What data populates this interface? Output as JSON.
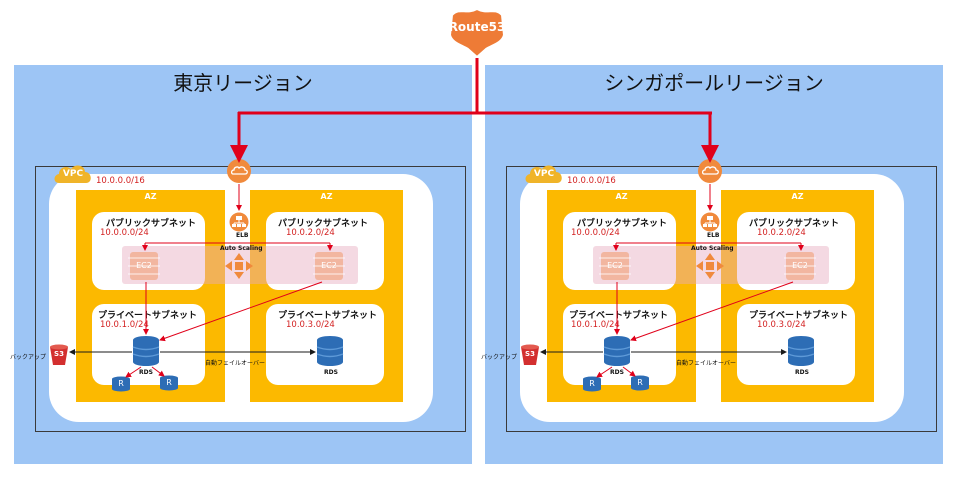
{
  "route53": {
    "label": "Route53"
  },
  "regions": [
    {
      "title": "東京リージョン",
      "vpc_label": "VPC",
      "vpc_cidr": "10.0.0.0/16",
      "elb_label": "ELB",
      "auto_scaling_label": "Auto Scaling",
      "az": [
        {
          "label": "AZ",
          "public_subnet": {
            "name": "パブリックサブネット",
            "cidr": "10.0.0.0/24"
          },
          "private_subnet": {
            "name": "プライベートサブネット",
            "cidr": "10.0.1.0/24"
          },
          "ec2_label": "EC2",
          "rds_label": "RDS",
          "replicas": [
            "R",
            "R"
          ]
        },
        {
          "label": "AZ",
          "public_subnet": {
            "name": "パブリックサブネット",
            "cidr": "10.0.2.0/24"
          },
          "private_subnet": {
            "name": "プライベートサブネット",
            "cidr": "10.0.3.0/24"
          },
          "ec2_label": "EC2",
          "rds_label": "RDS"
        }
      ],
      "backup_label": "バックアップ",
      "s3_label": "S3",
      "failover_label": "自動フェイルオーバー"
    },
    {
      "title": "シンガポールリージョン",
      "vpc_label": "VPC",
      "vpc_cidr": "10.0.0.0/16",
      "elb_label": "ELB",
      "auto_scaling_label": "Auto Scaling",
      "az": [
        {
          "label": "AZ",
          "public_subnet": {
            "name": "パブリックサブネット",
            "cidr": "10.0.0.0/24"
          },
          "private_subnet": {
            "name": "プライベートサブネット",
            "cidr": "10.0.1.0/24"
          },
          "ec2_label": "EC2",
          "rds_label": "RDS",
          "replicas": [
            "R",
            "R"
          ]
        },
        {
          "label": "AZ",
          "public_subnet": {
            "name": "パブリックサブネット",
            "cidr": "10.0.2.0/24"
          },
          "private_subnet": {
            "name": "プライベートサブネット",
            "cidr": "10.0.3.0/24"
          },
          "ec2_label": "EC2",
          "rds_label": "RDS"
        }
      ],
      "backup_label": "バックアップ",
      "s3_label": "S3",
      "failover_label": "自動フェイルオーバー"
    }
  ],
  "colors": {
    "region_bg": "#9dc5f5",
    "az": "#fcb900",
    "accent_red": "#d32222",
    "aws_orange": "#f08a3c",
    "rds_blue": "#2d6db5"
  }
}
